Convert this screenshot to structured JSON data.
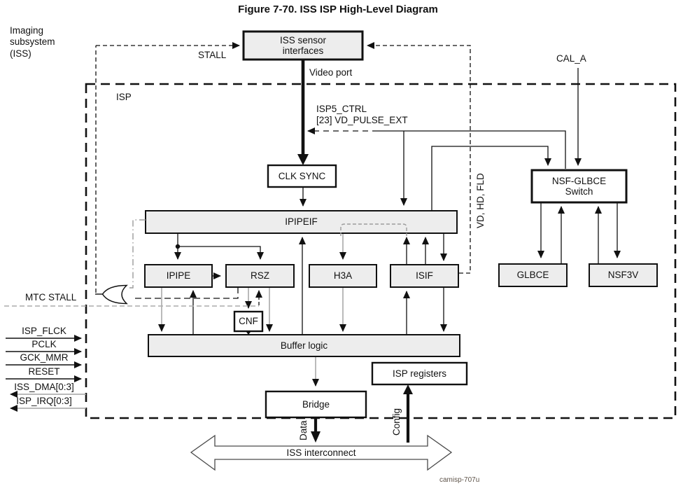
{
  "title": "Figure 7-70. ISS ISP High-Level Diagram",
  "region_labels": {
    "imaging_subsystem": "Imaging\nsubsystem\n(ISS)",
    "isp": "ISP"
  },
  "blocks": {
    "iss_sensor_interfaces": "ISS sensor\ninterfaces",
    "clk_sync": "CLK SYNC",
    "ipipeif": "IPIPEIF",
    "ipipe": "IPIPE",
    "rsz": "RSZ",
    "h3a": "H3A",
    "isif": "ISIF",
    "nsf_glbce_switch": "NSF-GLBCE\nSwitch",
    "glbce": "GLBCE",
    "nsf3v": "NSF3V",
    "cnf": "CNF",
    "buffer_logic": "Buffer logic",
    "isp_registers": "ISP registers",
    "bridge": "Bridge",
    "iss_interconnect": "ISS interconnect"
  },
  "wire_labels": {
    "stall": "STALL",
    "video_port": "Video port",
    "isp5_ctrl": "ISP5_CTRL\n[23] VD_PULSE_EXT",
    "cal_a": "CAL_A",
    "vd_hd_fld": "VD, HD, FLD",
    "mtc_stall": "MTC STALL",
    "data": "Data",
    "config": "Config"
  },
  "left_ports": [
    {
      "label": "ISP_FLCK",
      "direction": "input"
    },
    {
      "label": "PCLK",
      "direction": "input"
    },
    {
      "label": "GCK_MMR",
      "direction": "input"
    },
    {
      "label": "RESET",
      "direction": "input"
    },
    {
      "label": "ISS_DMA[0:3]",
      "direction": "output"
    },
    {
      "label": "ISP_IRQ[0:3]",
      "direction": "output"
    }
  ],
  "watermark": "camisp-707u",
  "colors": {
    "box_fill": "#ededed",
    "box_stroke": "#111111",
    "gray_line": "#a3a3a3",
    "watermark": "#5e5349"
  }
}
